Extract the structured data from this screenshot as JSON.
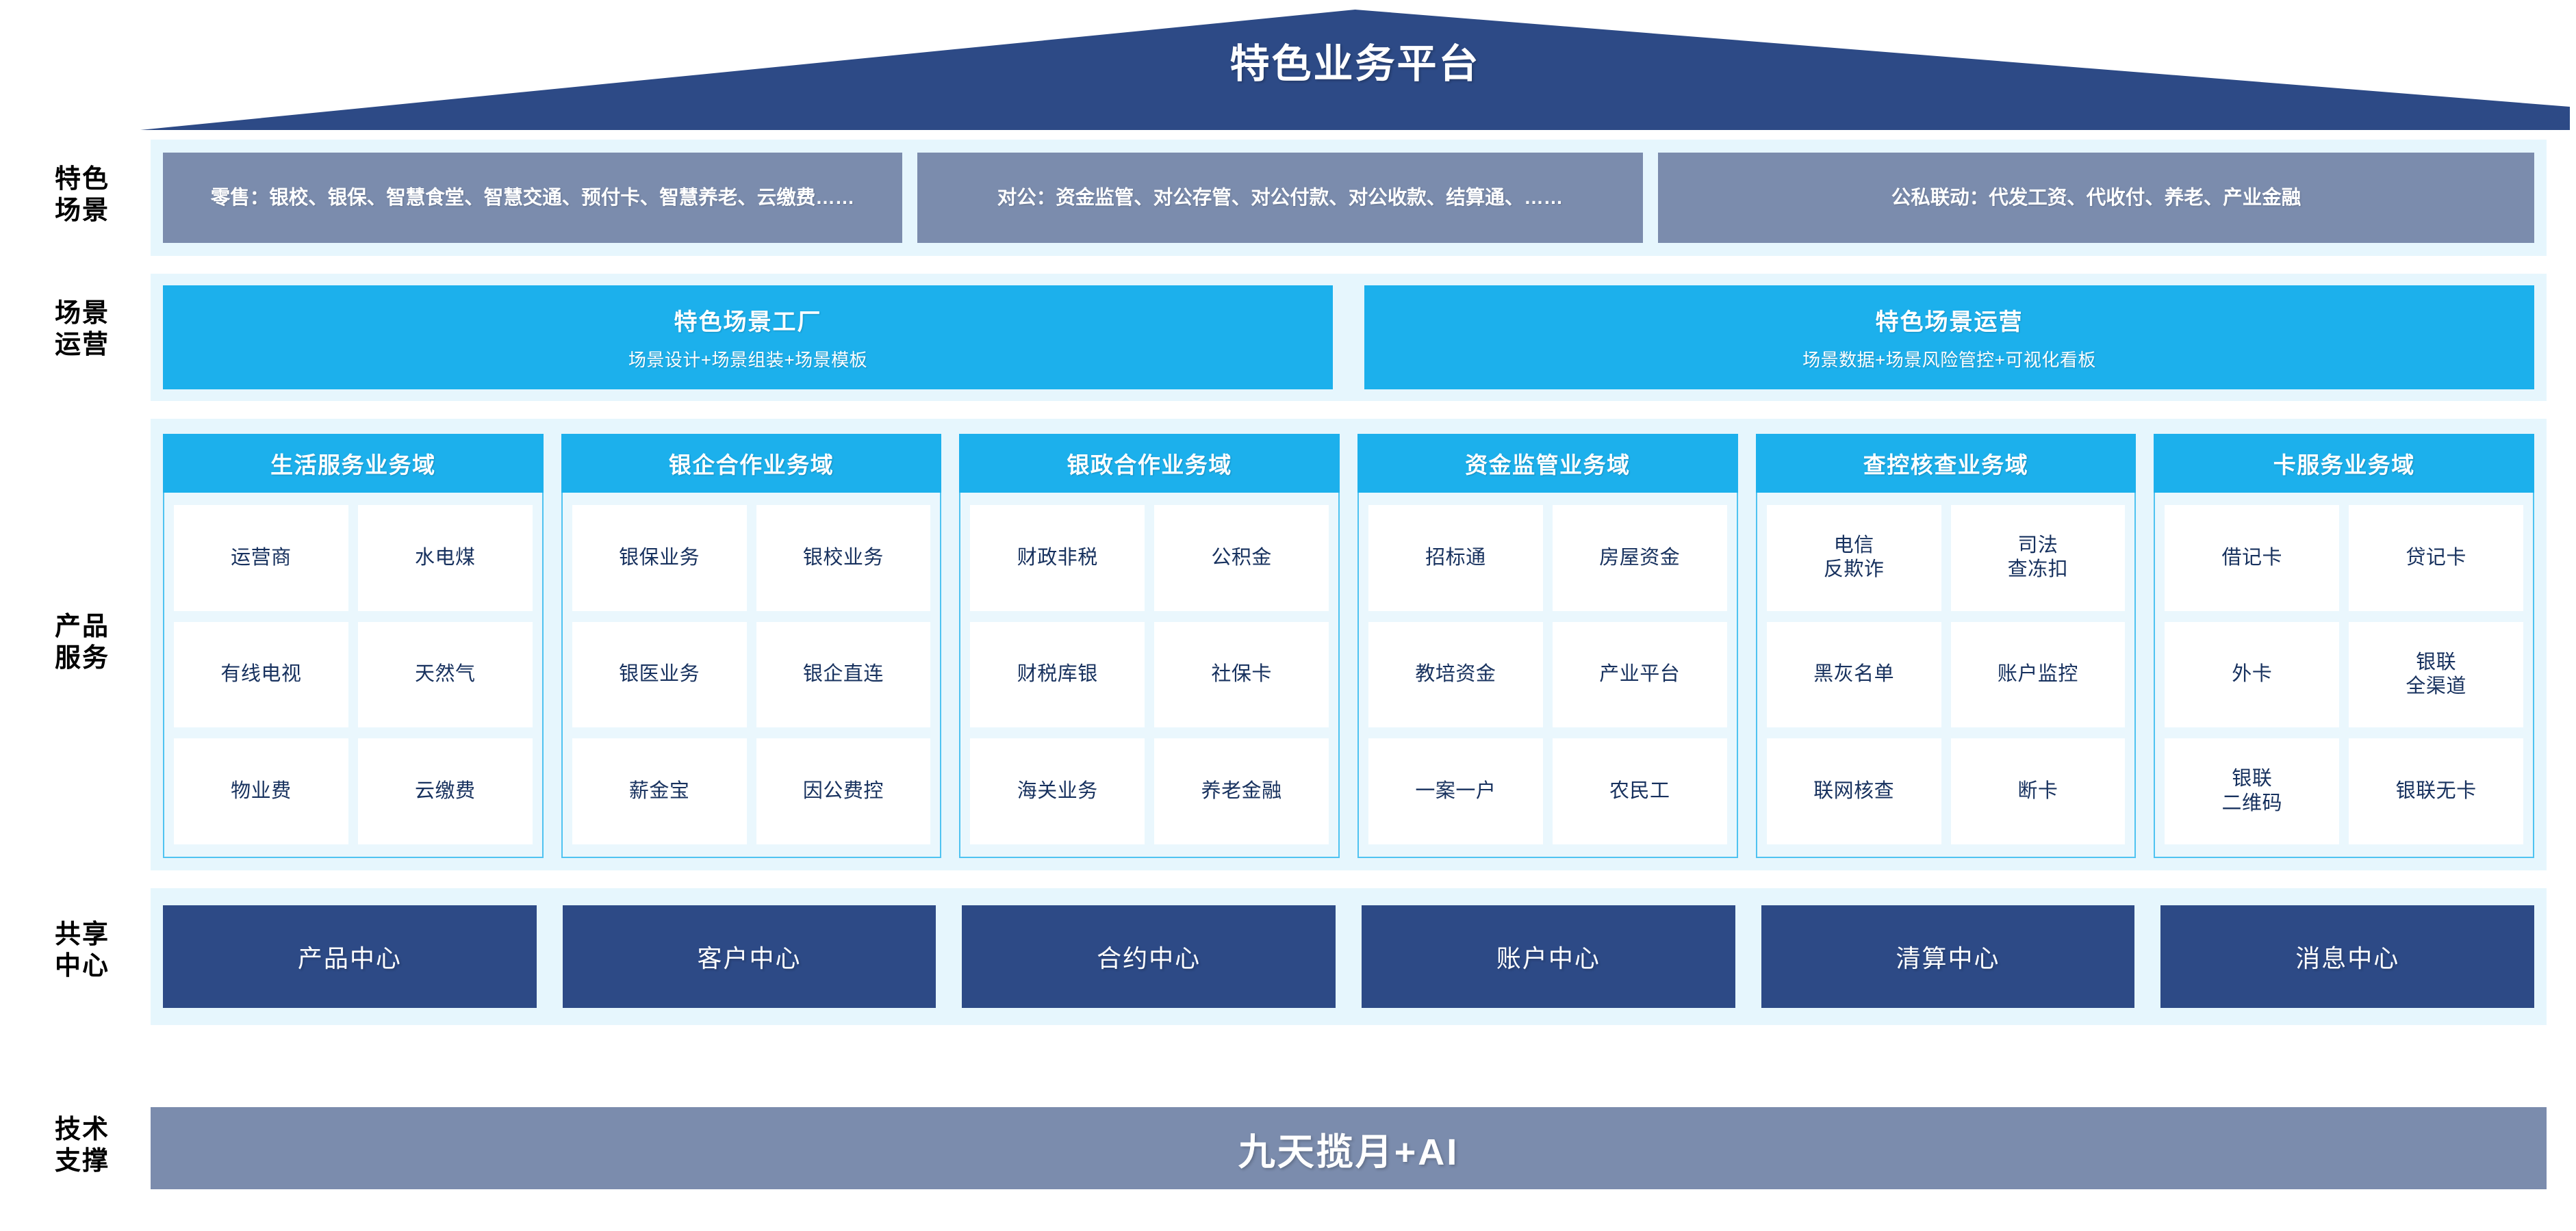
{
  "title": "特色业务平台",
  "colors": {
    "roof": "#2d4a86",
    "band_bg": "#e6f6fd",
    "chip_gray": "#7b8cad",
    "cyan": "#1cb0ec",
    "navy": "#2d4a86",
    "cell_text": "#17315e"
  },
  "rows": [
    {
      "label": "特色\n场景"
    },
    {
      "label": "场景\n运营"
    },
    {
      "label": "产品\n服务"
    },
    {
      "label": "共享\n中心"
    },
    {
      "label": "技术\n支撑"
    }
  ],
  "scenes": {
    "items": [
      "零售：银校、银保、智慧食堂、智慧交通、预付卡、智慧养老、云缴费……",
      "对公：资金监管、对公存管、对公付款、对公收款、结算通、……",
      "公私联动：代发工资、代收付、养老、产业金融"
    ]
  },
  "operations": {
    "blocks": [
      {
        "title": "特色场景工厂",
        "subtitle": "场景设计+场景组装+场景模板"
      },
      {
        "title": "特色场景运营",
        "subtitle": "场景数据+场景风险管控+可视化看板"
      }
    ]
  },
  "products": {
    "domains": [
      {
        "name": "生活服务业务域",
        "items": [
          "运营商",
          "水电煤",
          "有线电视",
          "天然气",
          "物业费",
          "云缴费"
        ]
      },
      {
        "name": "银企合作业务域",
        "items": [
          "银保业务",
          "银校业务",
          "银医业务",
          "银企直连",
          "薪金宝",
          "因公费控"
        ]
      },
      {
        "name": "银政合作业务域",
        "items": [
          "财政非税",
          "公积金",
          "财税库银",
          "社保卡",
          "海关业务",
          "养老金融"
        ]
      },
      {
        "name": "资金监管业务域",
        "items": [
          "招标通",
          "房屋资金",
          "教培资金",
          "产业平台",
          "一案一户",
          "农民工"
        ]
      },
      {
        "name": "查控核查业务域",
        "items": [
          "电信\n反欺诈",
          "司法\n查冻扣",
          "黑灰名单",
          "账户监控",
          "联网核查",
          "断卡"
        ]
      },
      {
        "name": "卡服务业务域",
        "items": [
          "借记卡",
          "贷记卡",
          "外卡",
          "银联\n全渠道",
          "银联\n二维码",
          "银联无卡"
        ]
      }
    ]
  },
  "shared_centers": {
    "items": [
      "产品中心",
      "客户中心",
      "合约中心",
      "账户中心",
      "清算中心",
      "消息中心"
    ]
  },
  "tech_support": {
    "label": "九天揽月+AI"
  }
}
